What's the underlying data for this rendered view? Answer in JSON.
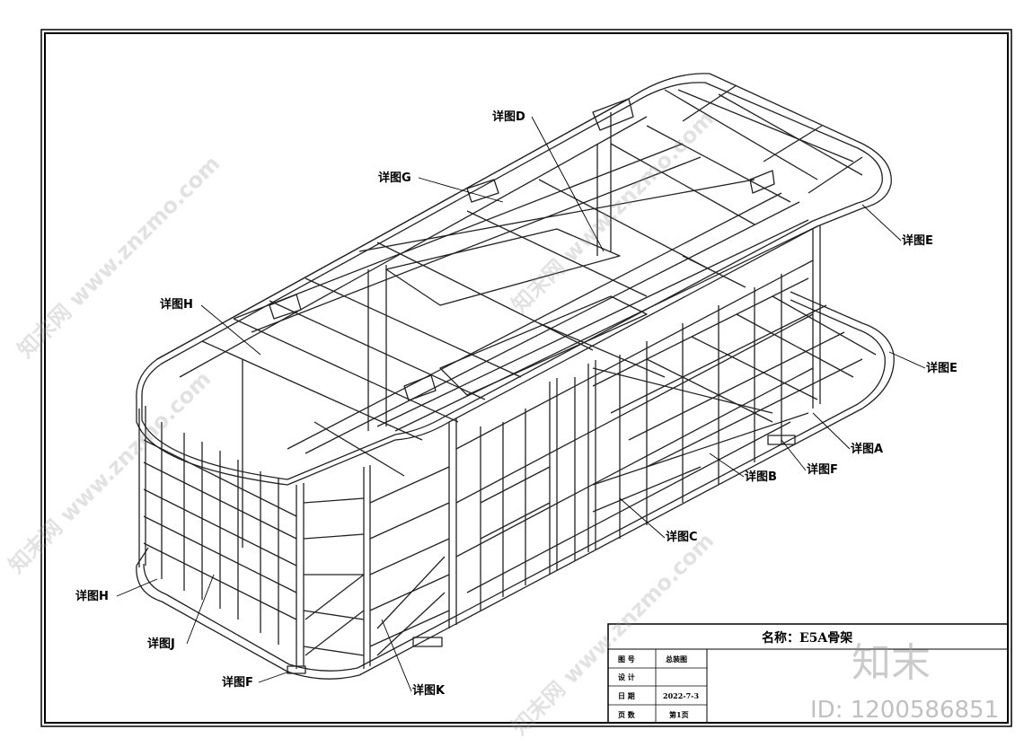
{
  "drawing": {
    "callouts": {
      "d": "详图D",
      "g": "详图G",
      "e1": "详图E",
      "h1": "详图H",
      "e2": "详图E",
      "a": "详图A",
      "f1": "详图F",
      "b": "详图B",
      "c": "详图C",
      "h2": "详图H",
      "j": "详图J",
      "f2": "详图F",
      "k": "详图K"
    }
  },
  "title_block": {
    "name": "名称：E5A骨架",
    "rows": [
      {
        "label": "图 号",
        "value": "总装图"
      },
      {
        "label": "设 计",
        "value": ""
      },
      {
        "label": "日 期",
        "value": "2022-7-3"
      },
      {
        "label": "页 数",
        "value": "第1页"
      }
    ]
  },
  "watermark": {
    "site_text": "知末网 www.znzmo.com",
    "logo_text": "知末",
    "id_text": "ID: 1200586851"
  }
}
